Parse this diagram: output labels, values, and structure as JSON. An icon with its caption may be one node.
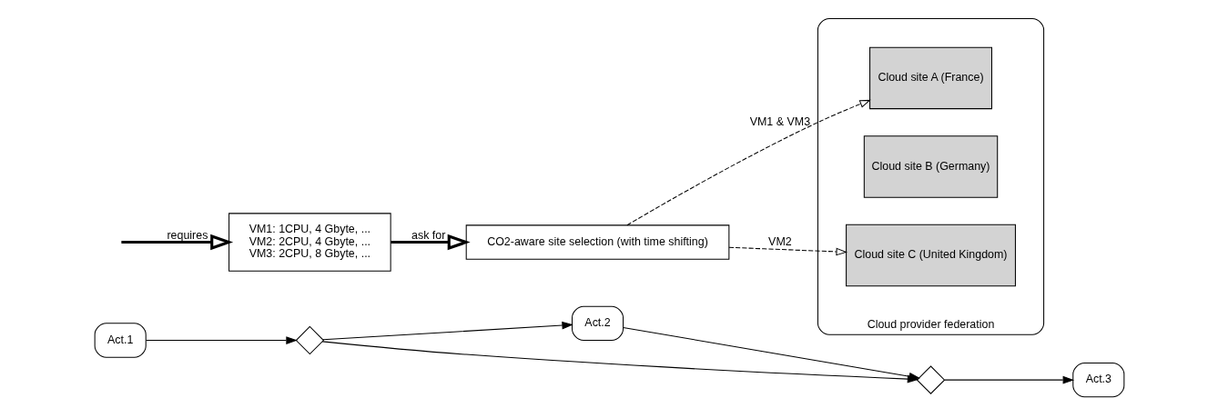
{
  "diagram": {
    "nodes": [
      {
        "text": [
          "Act.1"
        ]
      },
      {
        "text": [],
        "shape": "diamond"
      },
      {
        "text": [
          "Act.2"
        ]
      },
      {
        "text": [],
        "shape": "diamond"
      },
      {
        "text": [
          "Act.3"
        ]
      },
      {
        "text": [
          "VM1: 1CPU, 4 Gbyte, ...",
          "VM2: 2CPU, 4 Gbyte, ...",
          "VM3: 2CPU, 8 Gbyte, ..."
        ]
      },
      {
        "text": [
          "CO2-aware site selection (with time shifting)"
        ]
      },
      {
        "text": [
          "Cloud provider federation"
        ]
      },
      {
        "text": [
          "Cloud site A (France)"
        ],
        "in": 7
      },
      {
        "text": [
          "Cloud site B (Germany)"
        ],
        "in": 7
      },
      {
        "text": [
          "Cloud site C (United Kingdom)"
        ],
        "in": 7
      }
    ],
    "edges": [
      {
        "from": 0,
        "to": 1,
        "arrow": "to"
      },
      {
        "from": 1,
        "to": 2,
        "arrow": "to"
      },
      {
        "from": 2,
        "to": 3,
        "arrow": "to"
      },
      {
        "from": 1,
        "to": 3,
        "arrow": "to"
      },
      {
        "from": 3,
        "to": 4,
        "arrow": "to"
      },
      {
        "from": null,
        "to": 5,
        "arrow": "to",
        "label": "requires",
        "style": "thick"
      },
      {
        "from": 5,
        "to": 6,
        "arrow": "to",
        "label": "ask for",
        "style": "thick"
      },
      {
        "from": 6,
        "to": 8,
        "arrow": "to",
        "label": "VM1 & VM3",
        "style": "dashed"
      },
      {
        "from": 6,
        "to": 10,
        "arrow": "to",
        "label": "VM2",
        "style": "dashed"
      }
    ]
  }
}
